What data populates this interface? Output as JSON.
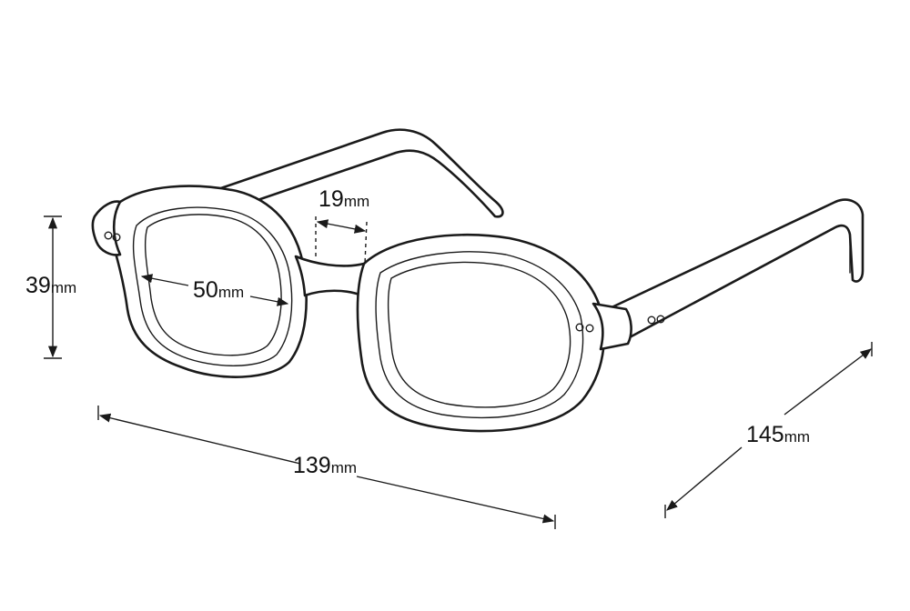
{
  "dimensions": {
    "lens_height": {
      "value": "39",
      "unit": "mm"
    },
    "lens_width": {
      "value": "50",
      "unit": "mm"
    },
    "bridge_width": {
      "value": "19",
      "unit": "mm"
    },
    "frame_width": {
      "value": "139",
      "unit": "mm"
    },
    "temple_length": {
      "value": "145",
      "unit": "mm"
    }
  },
  "colors": {
    "line": "#1a1a1a",
    "background": "#ffffff"
  }
}
